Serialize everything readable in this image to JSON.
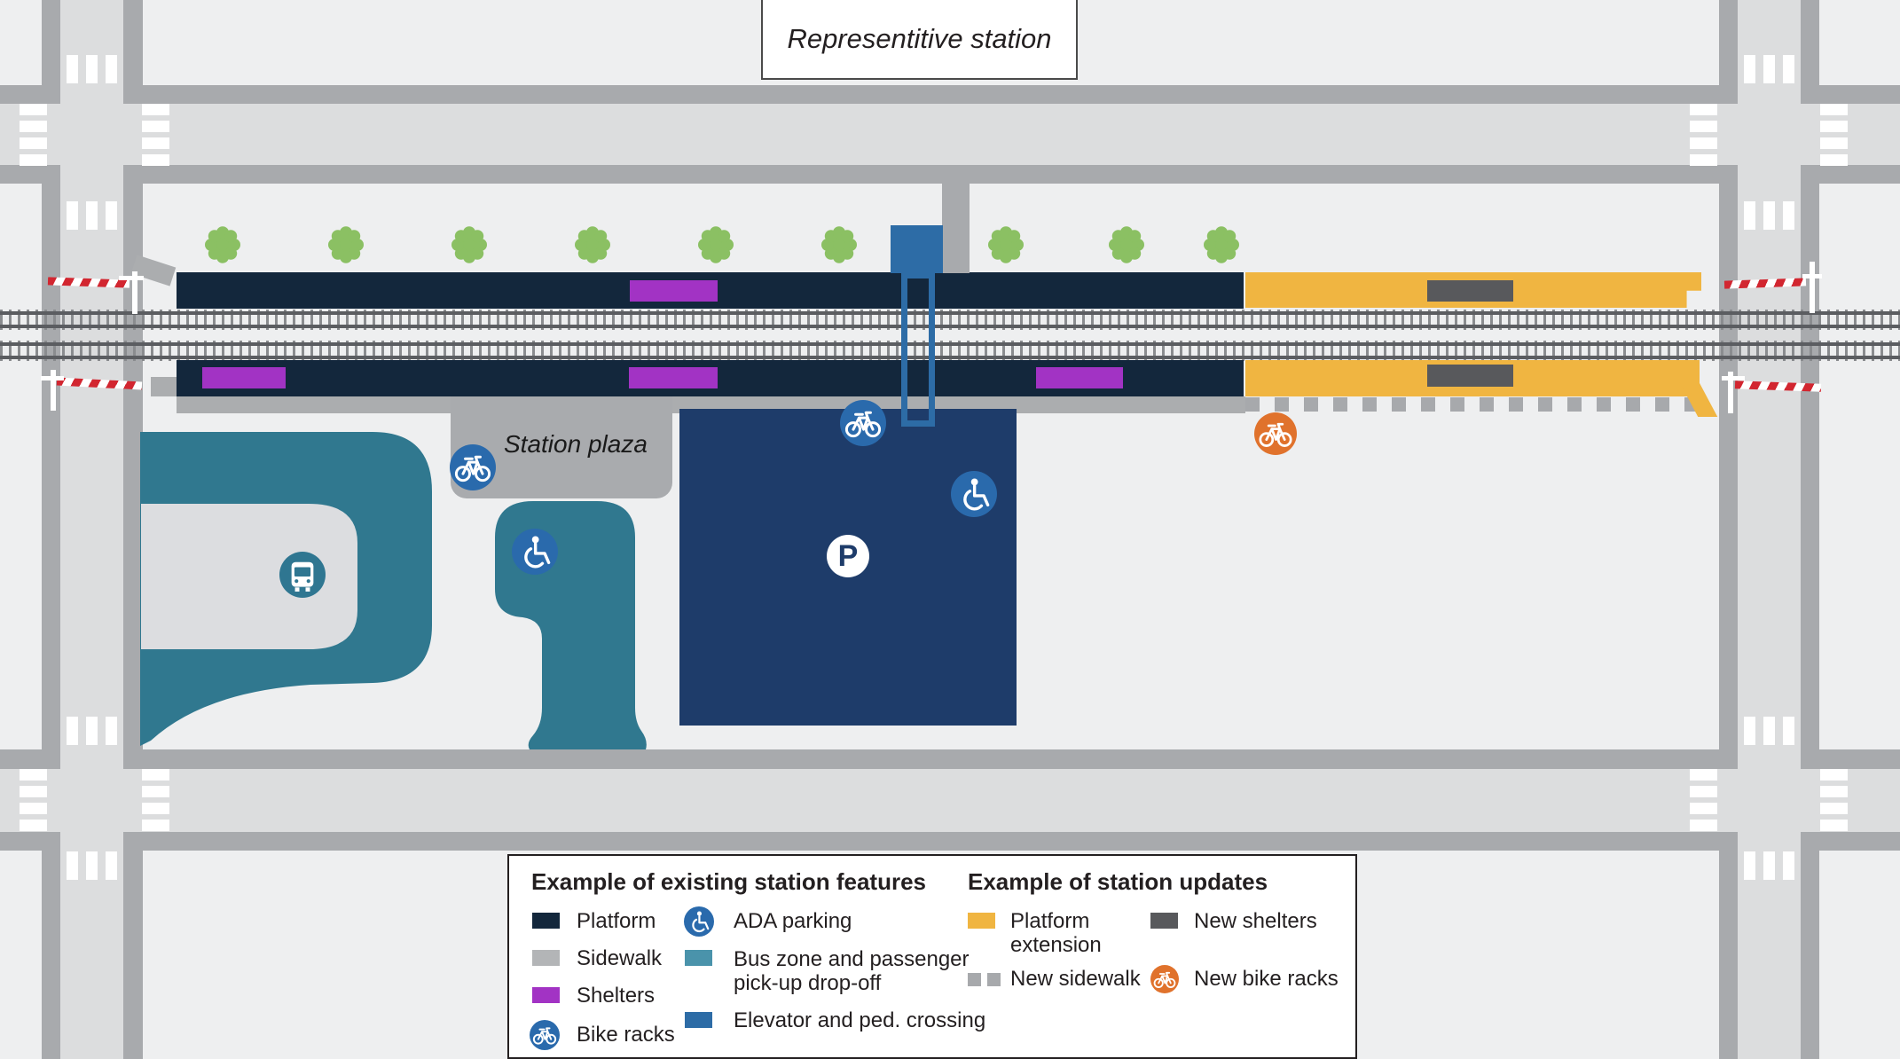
{
  "title": "Representitive station",
  "map": {
    "plaza_label": "Station plaza",
    "parking_letter": "P"
  },
  "legend": {
    "existing": {
      "heading": "Example of existing station features",
      "platform": "Platform",
      "sidewalk": "Sidewalk",
      "shelters": "Shelters",
      "bike_racks": "Bike racks",
      "ada_parking": "ADA parking",
      "bus_zone": "Bus zone and passenger pick-up drop-off",
      "elevator": "Elevator and ped. crossing"
    },
    "updates": {
      "heading": "Example of station updates",
      "platform_extension": "Platform extension",
      "new_sidewalk": "New sidewalk",
      "new_shelters": "New shelters",
      "new_bike_racks": "New bike racks"
    }
  },
  "colors": {
    "platform": "#13273c",
    "sidewalk": "#b3b5b7",
    "shelters": "#a233c4",
    "bike_racks": "#2a6aac",
    "ada_parking": "#2a6aac",
    "bus_zone": "#4a93ab",
    "bus_loop": "#30788f",
    "elevator": "#2d6ca6",
    "platform_extension": "#f0b541",
    "new_sidewalk": "#a7a9ac",
    "new_shelters": "#58595c",
    "new_bike_racks": "#e0722c",
    "parking": "#1e3c6a",
    "tree": "#8bc063",
    "road_border": "#a8aaad",
    "road_fill": "#dcddde",
    "gate_red": "#d22630",
    "background": "#eeeff0"
  }
}
